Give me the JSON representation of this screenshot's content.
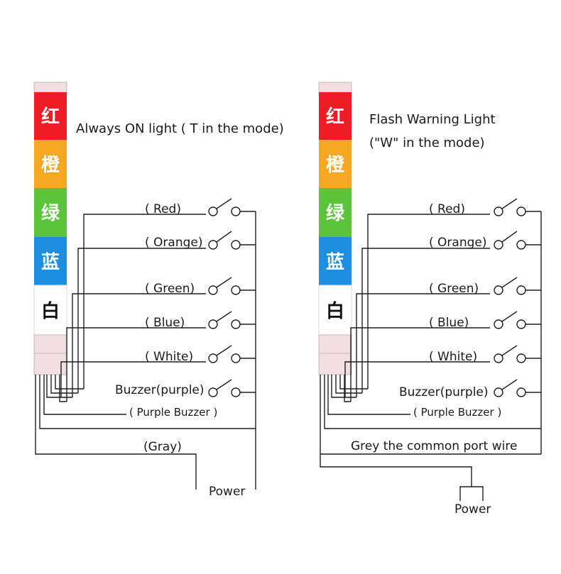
{
  "colors": {
    "red": "#ee1c24",
    "orange": "#f7a823",
    "green": "#5bc43a",
    "blue": "#1e8fe0",
    "white": "#ffffff",
    "cap": "#f1dfe3"
  },
  "left": {
    "title": "Always ON light ( T in the mode)",
    "tower": [
      "红",
      "橙",
      "绿",
      "蓝",
      "白"
    ],
    "wires": [
      "( Red)",
      "( Orange)",
      "( Green)",
      "( Blue)",
      "( White)",
      "Buzzer(purple)"
    ],
    "purple_buzzer": "( Purple Buzzer )",
    "gray": "(Gray)",
    "power": "Power"
  },
  "right": {
    "title_line1": "Flash Warning  Light",
    "title_line2": "(\"W\" in the mode)",
    "tower": [
      "红",
      "橙",
      "绿",
      "蓝",
      "白"
    ],
    "wires": [
      "( Red)",
      "( Orange)",
      "( Green)",
      "( Blue)",
      "( White)",
      "Buzzer(purple)"
    ],
    "purple_buzzer": "( Purple Buzzer )",
    "common": "Grey the common port wire",
    "power": "Power"
  }
}
